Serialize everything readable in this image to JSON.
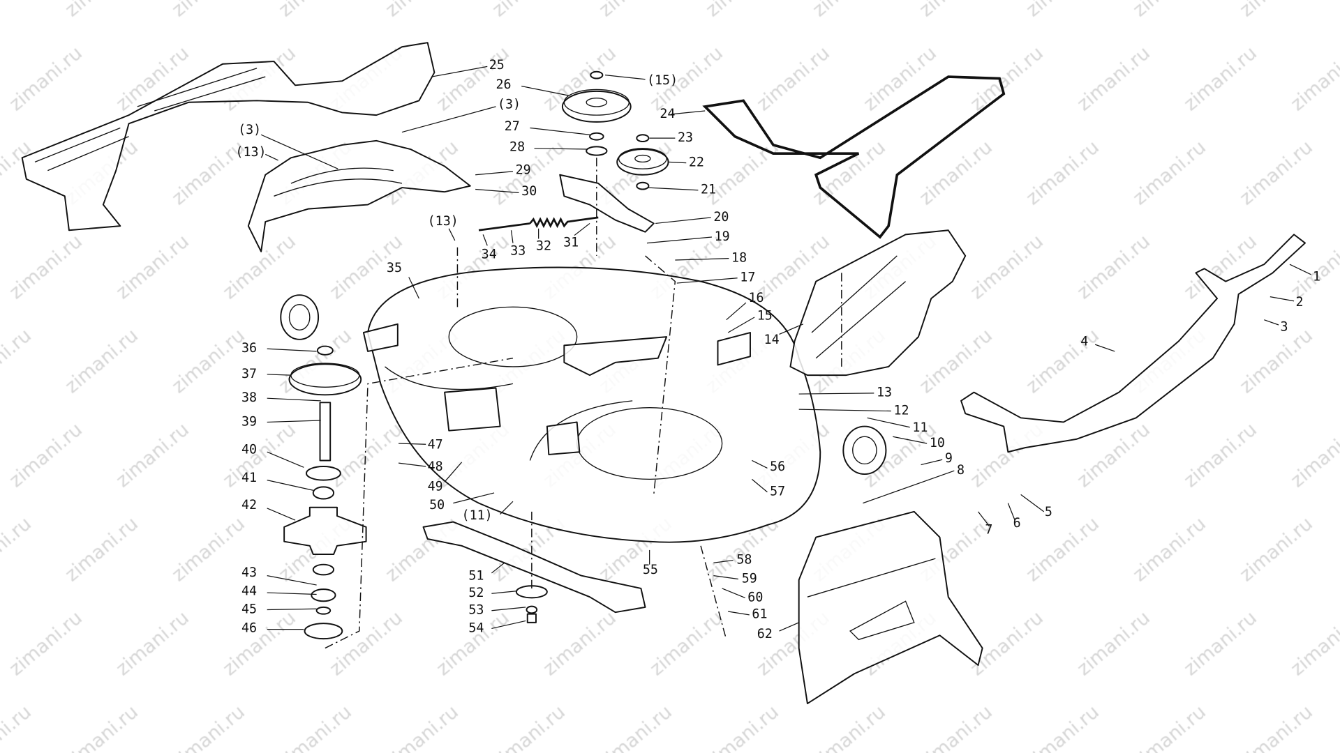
{
  "watermark": "zimani.ru",
  "colors": {
    "ink": "#111111",
    "watermark": "#d6d6d6",
    "background": "#ffffff"
  },
  "labels": [
    "25",
    "26",
    "(15)",
    "(3)",
    "(3)",
    "(13)",
    "27",
    "28",
    "29",
    "30",
    "23",
    "22",
    "21",
    "24",
    "20",
    "19",
    "(13)",
    "34",
    "33",
    "32",
    "31",
    "18",
    "17",
    "35",
    "16",
    "15",
    "14",
    "1",
    "2",
    "3",
    "4",
    "36",
    "37",
    "38",
    "39",
    "40",
    "41",
    "42",
    "43",
    "44",
    "45",
    "46",
    "47",
    "48",
    "49",
    "50",
    "(11)",
    "13",
    "12",
    "11",
    "10",
    "9",
    "8",
    "56",
    "57",
    "5",
    "6",
    "7",
    "51",
    "52",
    "53",
    "54",
    "55",
    "58",
    "59",
    "60",
    "61",
    "62"
  ]
}
